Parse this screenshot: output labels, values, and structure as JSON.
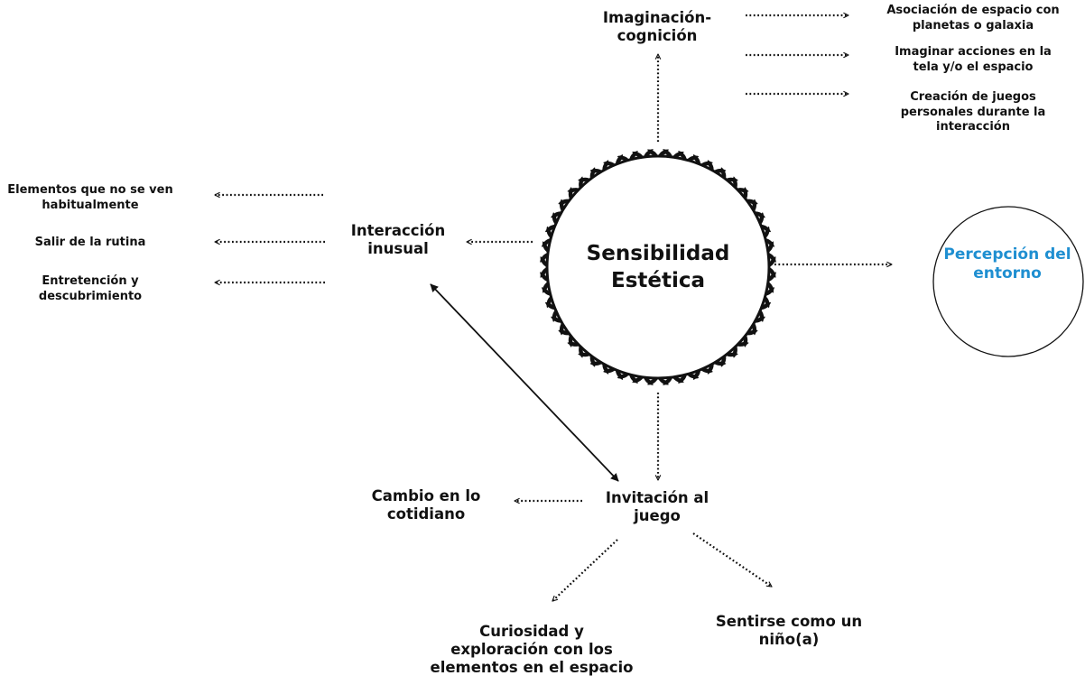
{
  "center": {
    "line1": "Sensibilidad",
    "line2": "Estética"
  },
  "imaginacion": {
    "line1": "Imaginación-",
    "line2": "cognición",
    "items": [
      {
        "line1": "Asociación de espacio con",
        "line2": "planetas o galaxia"
      },
      {
        "line1": "Imaginar acciones en la",
        "line2": "tela y/o el espacio"
      },
      {
        "line1": "Creación de juegos",
        "line2": "personales durante la",
        "line3": "interacción"
      }
    ]
  },
  "interaccion": {
    "line1": "Interacción",
    "line2": "inusual",
    "items": [
      {
        "line1": "Elementos que no se ven",
        "line2": "habitualmente"
      },
      {
        "line1": "Salir de la rutina"
      },
      {
        "line1": "Entretención y",
        "line2": "descubrimiento"
      }
    ]
  },
  "percepcion": {
    "line1": "Percepción del",
    "line2": "entorno",
    "color": "#1f8fd1"
  },
  "invitacion": {
    "line1": "Invitación al",
    "line2": "juego",
    "items": [
      {
        "line1": "Cambio en lo",
        "line2": "cotidiano"
      },
      {
        "line1": "Curiosidad y",
        "line2": "exploración con los",
        "line3": "elementos en el espacio"
      },
      {
        "line1": "Sentirse como un",
        "line2": "niño(a)"
      }
    ]
  }
}
